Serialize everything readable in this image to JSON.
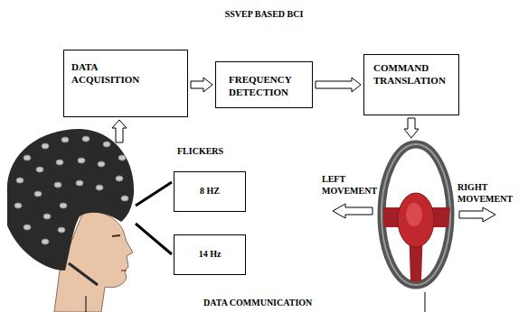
{
  "diagram": {
    "title": "SSVEP BASED BCI",
    "nodes": [
      {
        "text": [
          "DATA ACQUISITION"
        ]
      },
      {
        "text": [
          "FREQUENCY DETECTION"
        ]
      },
      {
        "text": [
          "COMMAND TRANSLATION"
        ]
      },
      {
        "text": [
          "8 HZ"
        ]
      },
      {
        "text": [
          "14 Hz"
        ]
      }
    ],
    "edges": [
      {
        "from": 0,
        "to": 1,
        "arrow": "to"
      },
      {
        "from": 1,
        "to": 2,
        "arrow": "to"
      }
    ],
    "labels": [
      "FLICKERS",
      "LEFT MOVEMENT",
      "RIGHT MOVEMENT",
      "DATA COMMUNICATION"
    ]
  }
}
